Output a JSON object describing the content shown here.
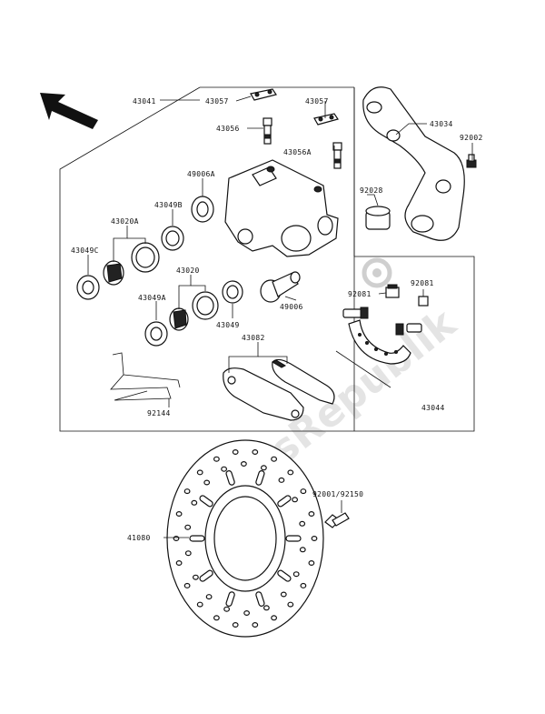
{
  "watermark": "PartsRepublik",
  "labels": {
    "p43041": "43041",
    "p43057a": "43057",
    "p43057b": "43057",
    "p43056": "43056",
    "p43056A": "43056A",
    "p43034": "43034",
    "p92002": "92002",
    "p49006A": "49006A",
    "p43049B": "43049B",
    "p92028": "92028",
    "p43020A": "43020A",
    "p43049C": "43049C",
    "p43020": "43020",
    "p43049A": "43049A",
    "p43049": "43049",
    "p49006": "49006",
    "p92081a": "92081",
    "p92081b": "92081",
    "p43082": "43082",
    "p92144": "92144",
    "p43044": "43044",
    "p92001": "92001/92150",
    "p41080": "41080"
  }
}
